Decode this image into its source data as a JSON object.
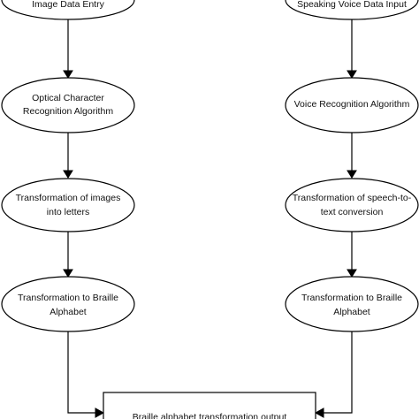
{
  "diagram": {
    "left_column": {
      "node1": {
        "lines": [
          "Image Data Entry"
        ]
      },
      "node2": {
        "lines": [
          "Optical Character",
          "Recognition Algorithm"
        ]
      },
      "node3": {
        "lines": [
          "Transformation of images",
          "into letters"
        ]
      },
      "node4": {
        "lines": [
          "Transformation to Braille",
          "Alphabet"
        ]
      }
    },
    "right_column": {
      "node1": {
        "lines": [
          "Speaking Voice Data Input"
        ]
      },
      "node2": {
        "lines": [
          "Voice Recognition Algorithm"
        ]
      },
      "node3": {
        "lines": [
          "Transformation of speech-to-",
          "text conversion"
        ]
      },
      "node4": {
        "lines": [
          "Transformation to Braille",
          "Alphabet"
        ]
      }
    },
    "output": {
      "lines": [
        "Braille alphabet transformation output"
      ]
    }
  }
}
